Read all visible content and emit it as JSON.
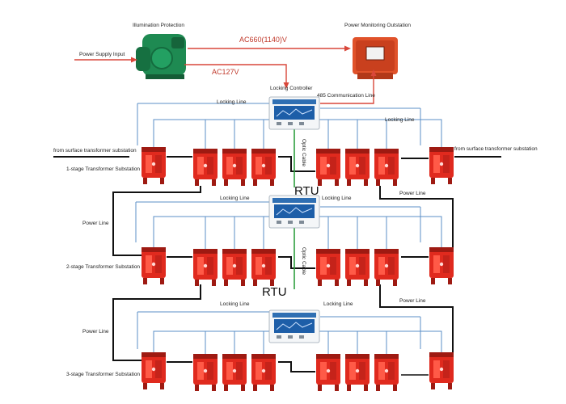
{
  "labels": {
    "illumination_protection": "Illumination Protection",
    "power_monitoring_outstation": "Power Monitoring Outstation",
    "power_supply_input": "Power Supply Input",
    "ac660": "AC660(1140)V",
    "ac127": "AC127V",
    "locking_controller": "Locking Controller",
    "comm_line_485": "485 Communication Line",
    "locking_line": "Locking Line",
    "optic_cable": "Optic Cable",
    "rtu": "RTU",
    "power_line": "Power Line",
    "from_surface": "from surface transformer substation",
    "stage1": "1-stage Transformer Substation",
    "stage2": "2-stage Transformer Substation",
    "stage3": "3-stage Transformer Substation"
  },
  "colors": {
    "substation_red": "#e02a1e",
    "substation_dark": "#9e1a12",
    "locking_line_blue": "#5b8fc7",
    "power_line_black": "#111111",
    "arrow_red": "#d9473a",
    "optic_green": "#2e9e3e",
    "illumination_green": "#1e8a52",
    "outstation_orange": "#e0522a"
  }
}
